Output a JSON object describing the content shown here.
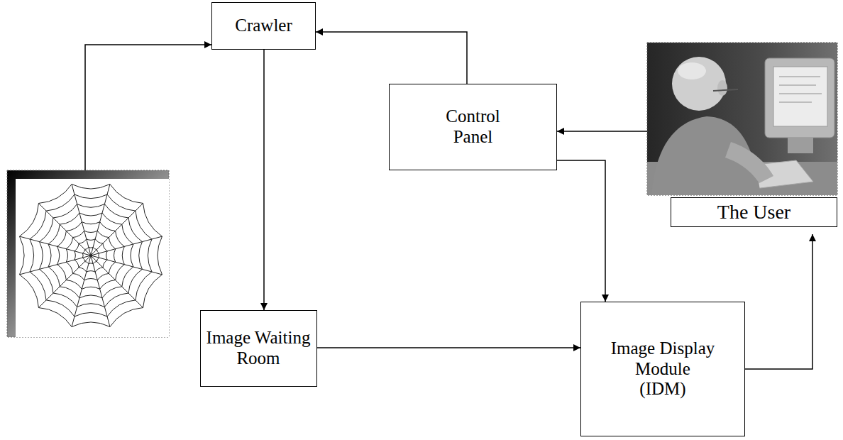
{
  "diagram": {
    "nodes": [
      {
        "text": [
          "Crawler"
        ]
      },
      {
        "text": [
          "Control Panel"
        ]
      },
      {
        "text": [
          "The User"
        ]
      },
      {
        "text": [
          "Image Waiting Room"
        ]
      },
      {
        "text": [
          "Image Display Module (IDM)"
        ]
      }
    ],
    "edges": [
      {
        "from": 1,
        "to": 0,
        "arrow": "to"
      },
      {
        "from": 2,
        "to": 1,
        "arrow": "to"
      },
      {
        "from": 0,
        "to": 3,
        "arrow": "to"
      },
      {
        "from": 1,
        "to": 4,
        "arrow": "to"
      },
      {
        "from": 3,
        "to": 4,
        "arrow": "to"
      },
      {
        "from": 4,
        "to": 2,
        "arrow": "to"
      }
    ]
  }
}
